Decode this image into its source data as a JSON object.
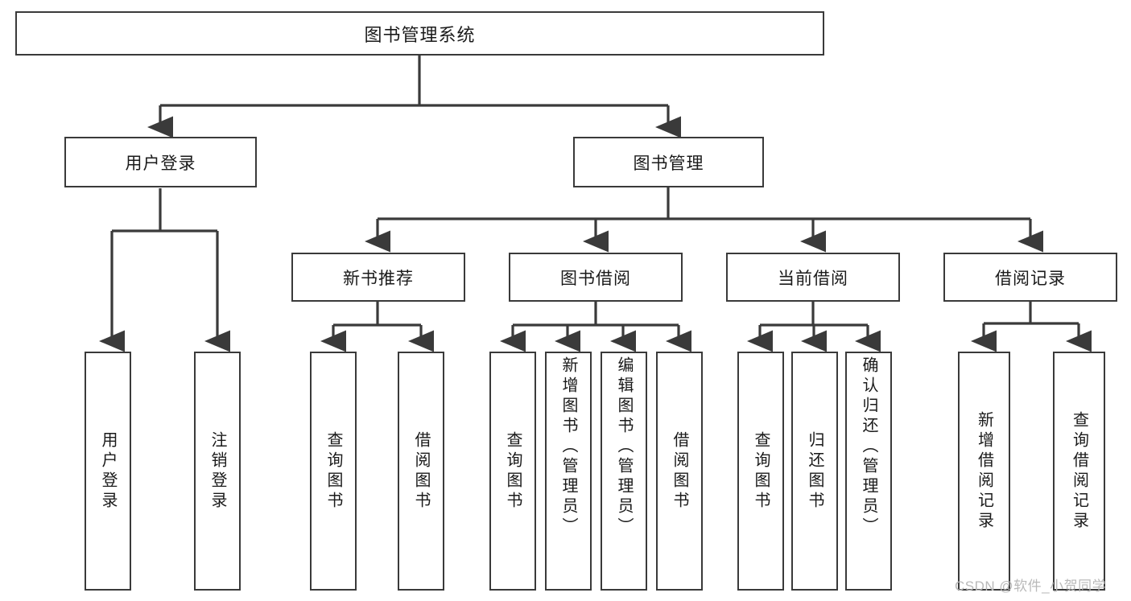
{
  "diagram": {
    "title": "图书管理系统",
    "type": "tree-hierarchy-chart",
    "colors": {
      "box_border": "#3a3a3a",
      "box_fill": "#ffffff",
      "edge": "#3a3a3a",
      "text": "#1a1a1a",
      "watermark": "#b9b9b9",
      "background": "#ffffff"
    },
    "root": {
      "label": "图书管理系统"
    },
    "level2": [
      {
        "label": "用户登录"
      },
      {
        "label": "图书管理"
      }
    ],
    "level3": [
      {
        "label": "新书推荐"
      },
      {
        "label": "图书借阅"
      },
      {
        "label": "当前借阅"
      },
      {
        "label": "借阅记录"
      }
    ],
    "leaves": {
      "user_login": [
        {
          "label": "用户登录"
        },
        {
          "label": "注销登录"
        }
      ],
      "new_book_recommend": [
        {
          "label": "查询图书"
        },
        {
          "label": "借阅图书"
        }
      ],
      "book_borrow": [
        {
          "label": "查询图书"
        },
        {
          "label": "新增图书（管理员）"
        },
        {
          "label": "编辑图书（管理员）"
        },
        {
          "label": "借阅图书"
        }
      ],
      "current_borrow": [
        {
          "label": "查询图书"
        },
        {
          "label": "归还图书"
        },
        {
          "label": "确认归还（管理员）"
        }
      ],
      "borrow_record": [
        {
          "label": "新增借阅记录"
        },
        {
          "label": "查询借阅记录"
        }
      ]
    }
  },
  "watermark": {
    "text": "CSDN @软件_小贺同学"
  }
}
